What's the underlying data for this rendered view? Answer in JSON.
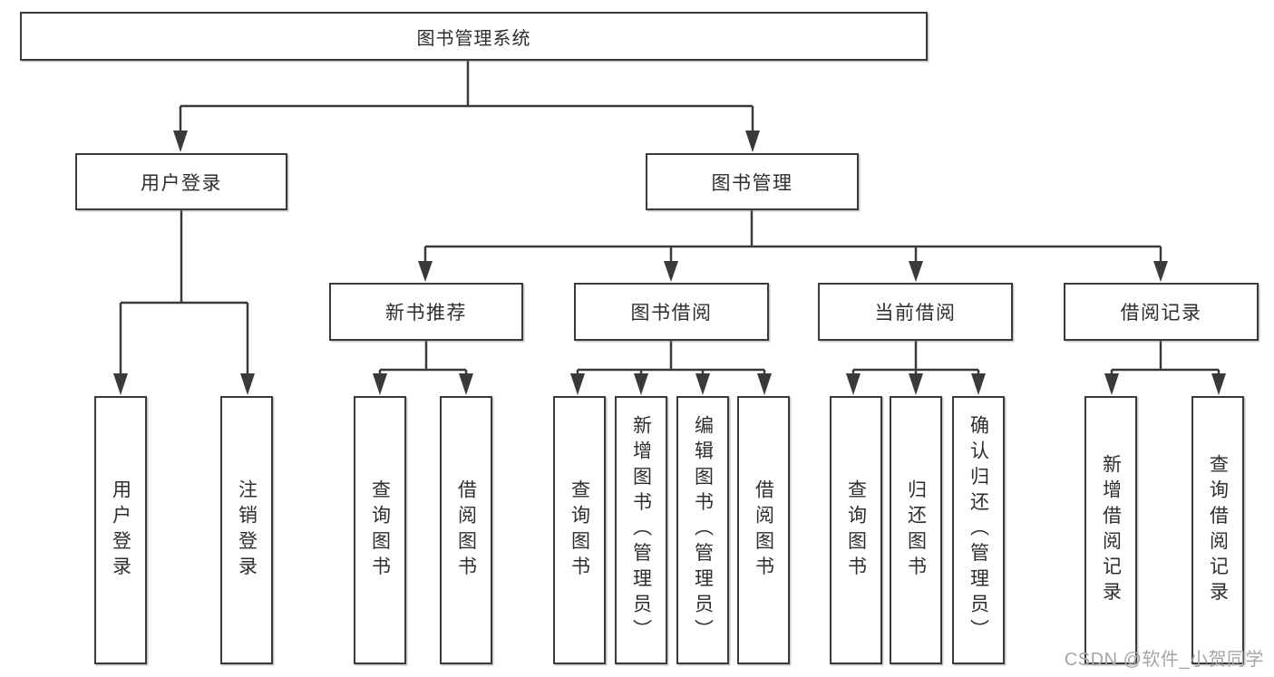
{
  "colors": {
    "line": "#3a3a3a",
    "box_border": "#3a3a3a",
    "box_background": "#ffffff",
    "text": "#2e2e2e",
    "watermark": "#a6a6a6",
    "page_background": "#ffffff"
  },
  "watermark": "CSDN @软件_小贺同学",
  "tree": {
    "root": {
      "label": "图书管理系统"
    },
    "user_login": {
      "label": "用户登录",
      "children": {
        "login": {
          "label": "用户登录"
        },
        "logout": {
          "label": "注销登录"
        }
      }
    },
    "book_mgmt": {
      "label": "图书管理",
      "children": {
        "new_book_rec": {
          "label": "新书推荐",
          "children": {
            "query_book": {
              "label": "查询图书"
            },
            "borrow_book": {
              "label": "借阅图书"
            }
          }
        },
        "book_borrow": {
          "label": "图书借阅",
          "children": {
            "query_book": {
              "label": "查询图书"
            },
            "add_book": {
              "label": "新增图书（管理员）"
            },
            "edit_book": {
              "label": "编辑图书（管理员）"
            },
            "borrow_book": {
              "label": "借阅图书"
            }
          }
        },
        "current_borrow": {
          "label": "当前借阅",
          "children": {
            "query_book": {
              "label": "查询图书"
            },
            "return_book": {
              "label": "归还图书"
            },
            "confirm_return": {
              "label": "确认归还（管理员）"
            }
          }
        },
        "borrow_records": {
          "label": "借阅记录",
          "children": {
            "add_record": {
              "label": "新增借阅记录"
            },
            "query_record": {
              "label": "查询借阅记录"
            }
          }
        }
      }
    }
  }
}
